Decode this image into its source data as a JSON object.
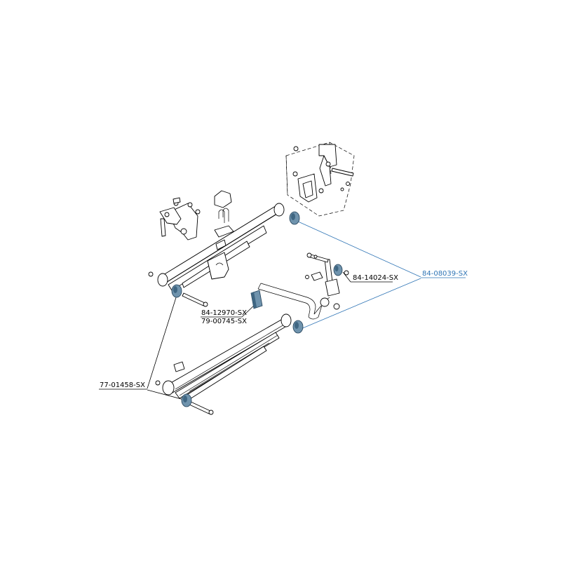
{
  "colors": {
    "bushing_fill": "#6f93ad",
    "bushing_shade": "#3f6682",
    "line_highlight": "#2e74b5",
    "line_default": "#000000",
    "label_highlight": "#2e74b5",
    "label_default": "#000000"
  },
  "labels": [
    {
      "id": "84-08039",
      "text": "84-08039-SX",
      "highlight": true
    },
    {
      "id": "84-14024",
      "text": "84-14024-SX",
      "highlight": false
    },
    {
      "id": "84-12970",
      "text": "84-12970-SX",
      "highlight": false
    },
    {
      "id": "79-00745",
      "text": "79-00745-SX",
      "highlight": false
    },
    {
      "id": "77-01458",
      "text": "77-01458-SX",
      "highlight": false
    }
  ]
}
